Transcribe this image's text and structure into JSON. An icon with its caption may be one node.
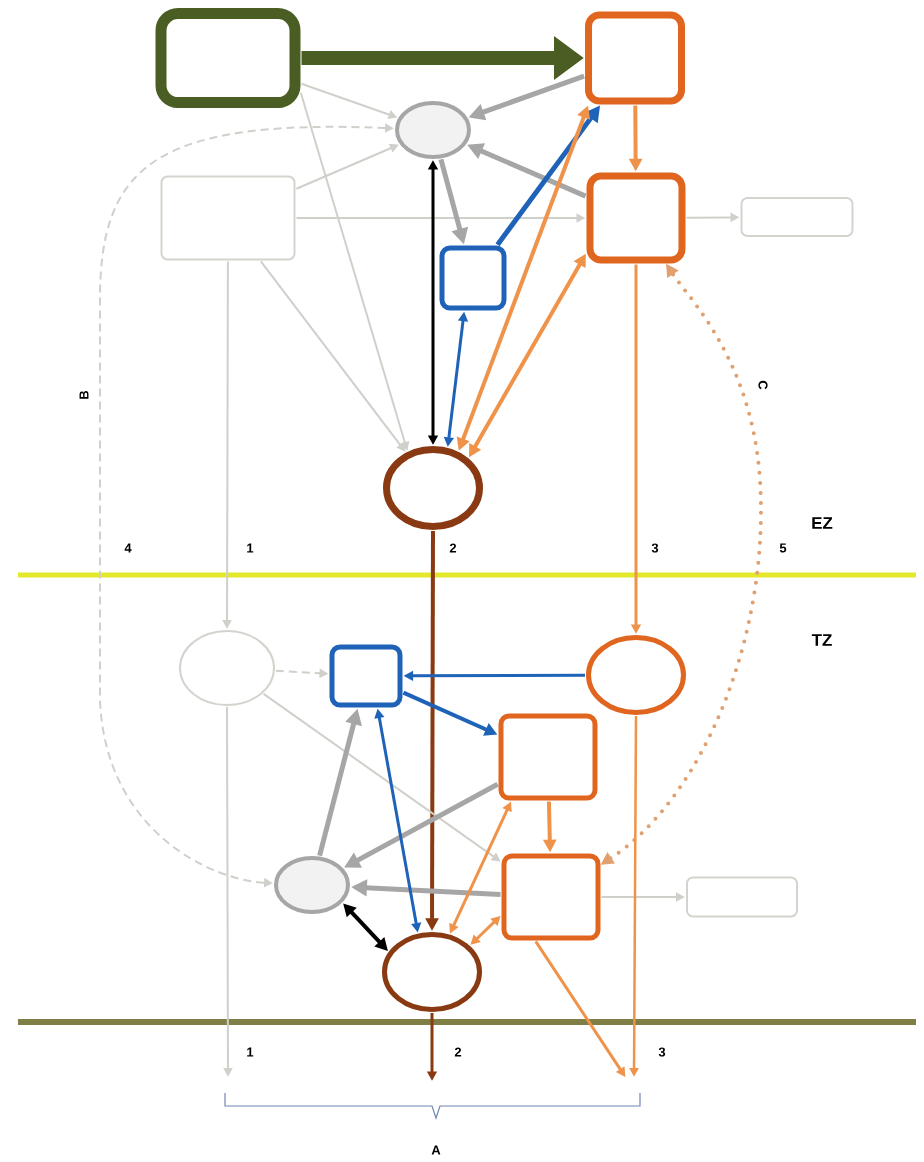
{
  "diagram": {
    "nodes": [
      {
        "text": [],
        "shape": "box"
      },
      {
        "text": [],
        "shape": "ellipse"
      },
      {
        "text": [],
        "shape": "box"
      },
      {
        "text": [],
        "shape": "box"
      },
      {
        "text": [],
        "shape": "box"
      },
      {
        "text": [],
        "shape": "box"
      },
      {
        "text": [],
        "shape": "box"
      },
      {
        "text": [],
        "shape": "ellipse"
      },
      {
        "text": [],
        "shape": "ellipse"
      },
      {
        "text": [],
        "shape": "box"
      },
      {
        "text": [],
        "shape": "ellipse"
      },
      {
        "text": [],
        "shape": "box"
      },
      {
        "text": [],
        "shape": "box"
      },
      {
        "text": [],
        "shape": "box"
      },
      {
        "text": [],
        "shape": "ellipse"
      },
      {
        "text": [],
        "shape": "ellipse"
      }
    ],
    "edges": [
      {
        "from": 0,
        "to": 2,
        "arrow": "to",
        "style": "thick",
        "color": "#4a5e23"
      },
      {
        "from": 0,
        "to": 1,
        "arrow": "to"
      },
      {
        "from": 0,
        "to": 7,
        "arrow": "to"
      },
      {
        "from": 3,
        "to": 1,
        "arrow": "to"
      },
      {
        "from": 3,
        "to": 4,
        "arrow": "to"
      },
      {
        "from": 3,
        "to": 7,
        "arrow": "to"
      },
      {
        "from": 3,
        "to": 8,
        "arrow": "to"
      },
      {
        "from": 1,
        "to": 14,
        "arrow": "both",
        "style": "dashed",
        "label": "B"
      },
      {
        "from": 2,
        "to": 1,
        "arrow": "to",
        "color": "#a6a6a6"
      },
      {
        "from": 4,
        "to": 1,
        "arrow": "to",
        "color": "#a6a6a6"
      },
      {
        "from": 1,
        "to": 6,
        "arrow": "to",
        "color": "#a6a6a6"
      },
      {
        "from": 6,
        "to": 2,
        "arrow": "to",
        "color": "#1f63b8"
      },
      {
        "from": 7,
        "to": 1,
        "arrow": "both",
        "color": "#000000"
      },
      {
        "from": 7,
        "to": 6,
        "arrow": "both",
        "color": "#1f63b8"
      },
      {
        "from": 7,
        "to": 2,
        "arrow": "both",
        "color": "#f0934a"
      },
      {
        "from": 7,
        "to": 4,
        "arrow": "both",
        "color": "#f0934a"
      },
      {
        "from": 2,
        "to": 4,
        "arrow": "to",
        "color": "#f0934a"
      },
      {
        "from": 4,
        "to": 5,
        "arrow": "to"
      },
      {
        "from": 4,
        "to": 10,
        "arrow": "to",
        "color": "#f0934a"
      },
      {
        "from": 12,
        "to": 4,
        "arrow": "both",
        "style": "dashed",
        "color": "#e0a070",
        "label": "C"
      },
      {
        "from": 7,
        "to": 15,
        "arrow": "to",
        "color": "#8a3a12"
      },
      {
        "from": 8,
        "to": 9,
        "arrow": "to",
        "style": "dashed"
      },
      {
        "from": 8,
        "to": 12,
        "arrow": "to"
      },
      {
        "from": 8,
        "to": null,
        "arrow": "to"
      },
      {
        "from": 10,
        "to": 9,
        "arrow": "to",
        "color": "#1f63b8"
      },
      {
        "from": 9,
        "to": 11,
        "arrow": "to",
        "color": "#1f63b8"
      },
      {
        "from": 14,
        "to": 9,
        "arrow": "to",
        "color": "#a6a6a6"
      },
      {
        "from": 11,
        "to": 14,
        "arrow": "to",
        "color": "#a6a6a6"
      },
      {
        "from": 12,
        "to": 14,
        "arrow": "to",
        "color": "#a6a6a6"
      },
      {
        "from": 9,
        "to": 15,
        "arrow": "both",
        "color": "#1f63b8"
      },
      {
        "from": 14,
        "to": 15,
        "arrow": "both",
        "color": "#000000"
      },
      {
        "from": 11,
        "to": 12,
        "arrow": "to",
        "color": "#f0934a"
      },
      {
        "from": 11,
        "to": 15,
        "arrow": "both",
        "color": "#f0934a"
      },
      {
        "from": 12,
        "to": 15,
        "arrow": "both",
        "color": "#f0934a"
      },
      {
        "from": 12,
        "to": 13,
        "arrow": "to"
      },
      {
        "from": 10,
        "to": null,
        "arrow": "to",
        "color": "#f0934a"
      },
      {
        "from": 12,
        "to": null,
        "arrow": "to",
        "color": "#f0934a"
      },
      {
        "from": 15,
        "to": null,
        "arrow": "to",
        "color": "#8a3a12"
      }
    ],
    "labels": [
      "EZ",
      "4",
      "1",
      "2",
      "3",
      "5",
      "TZ",
      "1",
      "2",
      "3",
      "A"
    ]
  }
}
